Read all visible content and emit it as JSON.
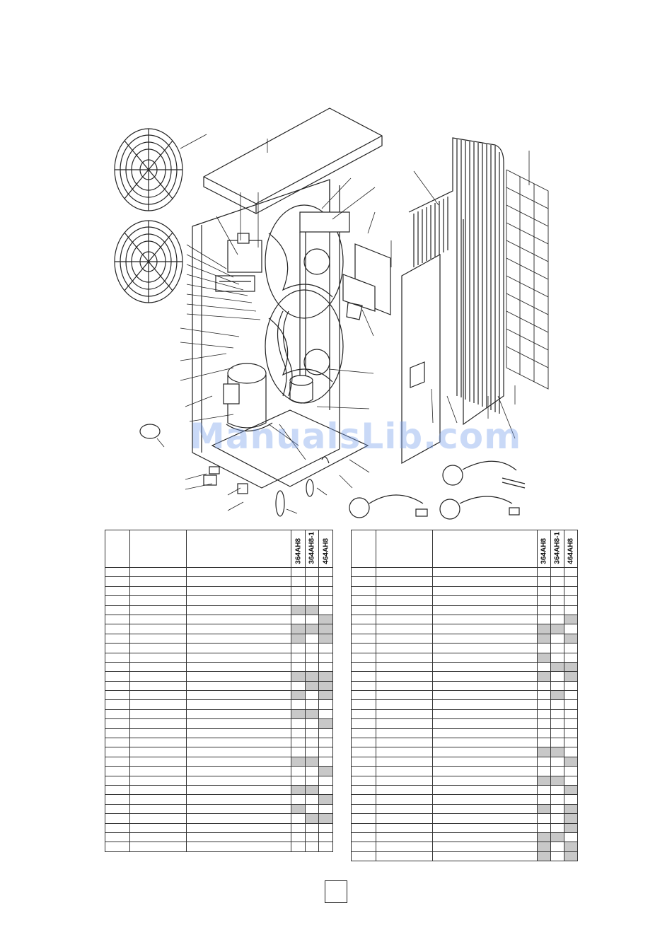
{
  "watermark": "ManualsLib.com",
  "colors": {
    "shade": "#c8c8c8",
    "watermark": "#78a0eb",
    "line": "#222222"
  },
  "tables": [
    {
      "models": [
        "364AH8",
        "364AH8-1",
        "464AH8"
      ],
      "rows": 30,
      "shaded": [
        [
          4,
          0
        ],
        [
          4,
          1
        ],
        [
          5,
          2
        ],
        [
          6,
          0
        ],
        [
          6,
          1
        ],
        [
          6,
          2
        ],
        [
          7,
          0
        ],
        [
          7,
          2
        ],
        [
          11,
          0
        ],
        [
          11,
          1
        ],
        [
          11,
          2
        ],
        [
          12,
          1
        ],
        [
          12,
          2
        ],
        [
          13,
          0
        ],
        [
          13,
          2
        ],
        [
          15,
          0
        ],
        [
          15,
          1
        ],
        [
          16,
          2
        ],
        [
          20,
          0
        ],
        [
          20,
          1
        ],
        [
          21,
          2
        ],
        [
          23,
          0
        ],
        [
          23,
          1
        ],
        [
          24,
          2
        ],
        [
          25,
          0
        ],
        [
          26,
          1
        ],
        [
          26,
          2
        ]
      ]
    },
    {
      "models": [
        "364AH8",
        "364AH8-1",
        "464AH8"
      ],
      "rows": 31,
      "shaded": [
        [
          5,
          2
        ],
        [
          6,
          0
        ],
        [
          6,
          1
        ],
        [
          7,
          0
        ],
        [
          7,
          2
        ],
        [
          9,
          0
        ],
        [
          10,
          1
        ],
        [
          10,
          2
        ],
        [
          11,
          0
        ],
        [
          11,
          2
        ],
        [
          13,
          1
        ],
        [
          19,
          0
        ],
        [
          19,
          1
        ],
        [
          20,
          2
        ],
        [
          22,
          0
        ],
        [
          22,
          1
        ],
        [
          23,
          2
        ],
        [
          25,
          0
        ],
        [
          25,
          2
        ],
        [
          26,
          2
        ],
        [
          27,
          2
        ],
        [
          28,
          0
        ],
        [
          28,
          1
        ],
        [
          29,
          0
        ],
        [
          29,
          2
        ],
        [
          30,
          0
        ],
        [
          30,
          2
        ]
      ]
    }
  ],
  "page_number": ""
}
